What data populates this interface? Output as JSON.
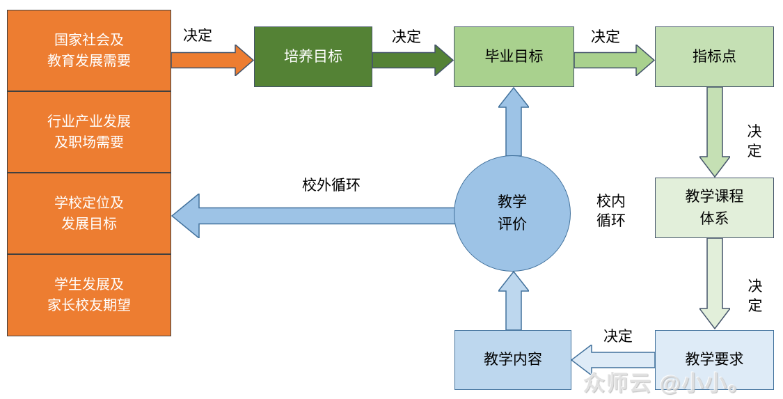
{
  "colors": {
    "orange": "#ED7D31",
    "dark_green": "#548235",
    "mid_green": "#A9D18E",
    "light_green": "#C5E0B4",
    "pale_green": "#E2EFDA",
    "pale_blue": "#DEEBF7",
    "light_blue": "#BDD7EE",
    "blue": "#9DC3E6",
    "stroke_dark": "#44546A",
    "stroke_blue": "#41719C"
  },
  "boxes": {
    "needs": [
      {
        "label": "国家社会及\n教育发展需要"
      },
      {
        "label": "行业产业发展\n及职场需要"
      },
      {
        "label": "学校定位及\n发展目标"
      },
      {
        "label": "学生发展及\n家长校友期望"
      }
    ],
    "training_goal": "培养目标",
    "graduation_goal": "毕业目标",
    "indicator_point": "指标点",
    "curriculum_system": "教学课程\n体系",
    "teaching_requirement": "教学要求",
    "teaching_content": "教学内容",
    "teaching_evaluation": "教学\n评价"
  },
  "labels": {
    "decide": "决定",
    "external_loop": "校外循环",
    "internal_loop": "校内\n循环"
  },
  "watermark": "众师云 @小小。"
}
